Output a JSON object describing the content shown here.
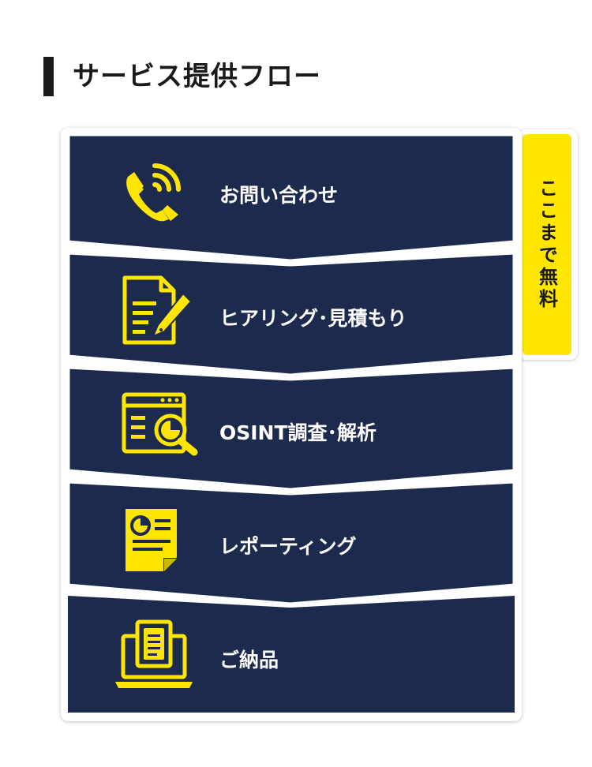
{
  "page": {
    "title": "サービス提供フロー"
  },
  "free_badge": "ここまで無料",
  "steps": [
    {
      "label": "お問い合わせ",
      "icon": "phone-icon"
    },
    {
      "label": "ヒアリング･見積もり",
      "icon": "document-pen-icon"
    },
    {
      "label": "OSINT調査･解析",
      "icon": "analysis-browser-icon"
    },
    {
      "label": "レポーティング",
      "icon": "report-chart-icon"
    },
    {
      "label": "ご納品",
      "icon": "laptop-delivery-icon"
    }
  ],
  "colors": {
    "navy": "#1c2a4e",
    "yellow": "#ffe600",
    "text_dark": "#1a1a1a"
  }
}
